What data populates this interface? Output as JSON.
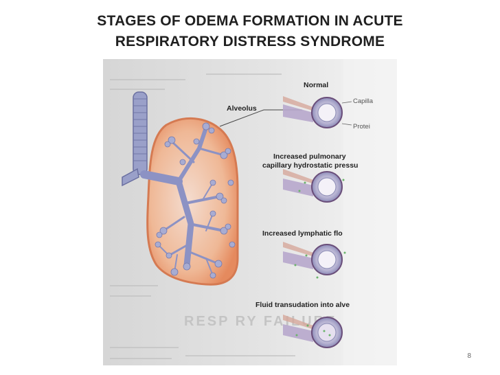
{
  "slide": {
    "title_line1": "STAGES OF ODEMA FORMATION IN ACUTE",
    "title_line2": "RESPIRATORY DISTRESS SYNDROME",
    "page_number": "8"
  },
  "figure": {
    "alveolus_label": "Alveolus",
    "stages": [
      {
        "label": "Normal"
      },
      {
        "label": "Increased pulmonary",
        "label2": "capillary hydrostatic pressu"
      },
      {
        "label": "Increased lymphatic flo"
      },
      {
        "label": "Fluid transudation into alve"
      }
    ],
    "capillary_label": "Capilla",
    "protein_label": "Protei",
    "background_text": "RESP        RY FAILURE",
    "colors": {
      "lung_tissue": "#e8956a",
      "lung_outline": "#c9694a",
      "bronchi": "#8a93c4",
      "alveolus": "#9aa0c8",
      "page_bg": "#dcdcdc"
    }
  }
}
